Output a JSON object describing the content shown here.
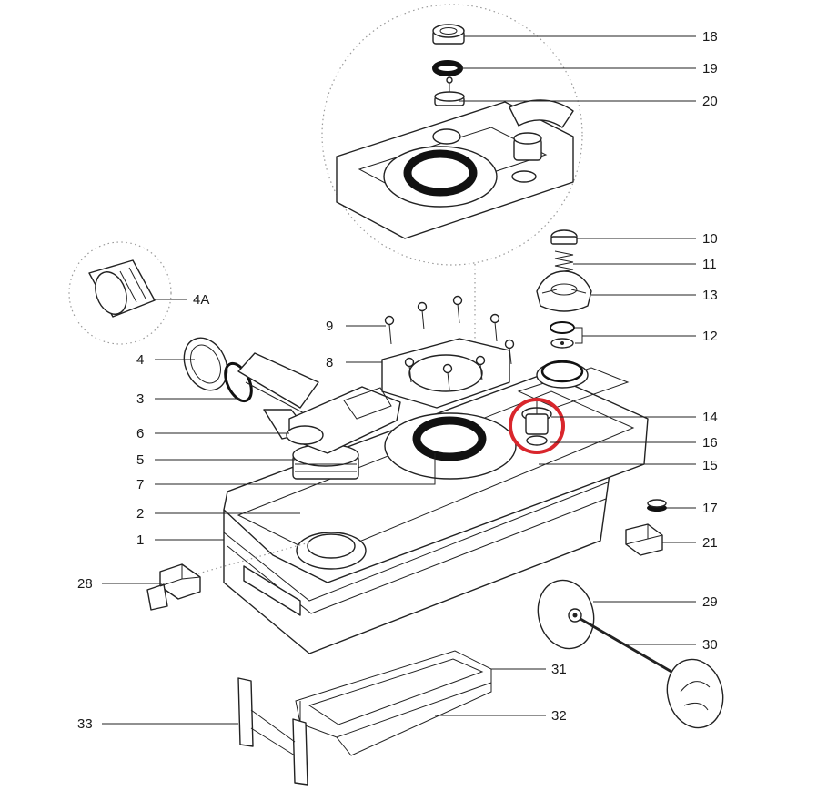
{
  "labels": [
    {
      "id": "18",
      "text": "18"
    },
    {
      "id": "19",
      "text": "19"
    },
    {
      "id": "20",
      "text": "20"
    },
    {
      "id": "10",
      "text": "10"
    },
    {
      "id": "11",
      "text": "11"
    },
    {
      "id": "13",
      "text": "13"
    },
    {
      "id": "12",
      "text": "12"
    },
    {
      "id": "14",
      "text": "14"
    },
    {
      "id": "16",
      "text": "16"
    },
    {
      "id": "15",
      "text": "15"
    },
    {
      "id": "17",
      "text": "17"
    },
    {
      "id": "21",
      "text": "21"
    },
    {
      "id": "29",
      "text": "29"
    },
    {
      "id": "30",
      "text": "30"
    },
    {
      "id": "31",
      "text": "31"
    },
    {
      "id": "32",
      "text": "32"
    },
    {
      "id": "33",
      "text": "33"
    },
    {
      "id": "28",
      "text": "28"
    },
    {
      "id": "1",
      "text": "1"
    },
    {
      "id": "2",
      "text": "2"
    },
    {
      "id": "7",
      "text": "7"
    },
    {
      "id": "5",
      "text": "5"
    },
    {
      "id": "6",
      "text": "6"
    },
    {
      "id": "3",
      "text": "3"
    },
    {
      "id": "4",
      "text": "4"
    },
    {
      "id": "4A",
      "text": "4A"
    },
    {
      "id": "9",
      "text": "9"
    },
    {
      "id": "8",
      "text": "8"
    }
  ],
  "highlight": {
    "color": "#d9262c",
    "target": "14"
  }
}
